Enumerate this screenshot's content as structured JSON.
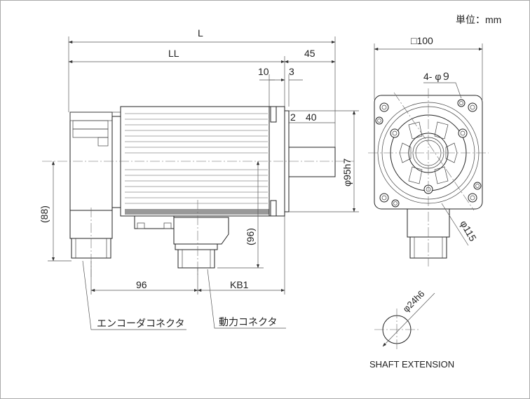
{
  "unit_label": "単位：mm",
  "dims": {
    "L": "L",
    "LL": "LL",
    "d45": "45",
    "d10": "10",
    "d3": "3",
    "d2": "2",
    "d40": "40",
    "phi95": "φ95h7",
    "d88": "(88)",
    "d96v": "(96)",
    "d96": "96",
    "KB1": "KB1",
    "sq100": "□100",
    "holes": "4- φ９",
    "phi115": "φ115",
    "phi24": "φ24h6"
  },
  "callouts": {
    "encoder": "エンコーダコネクタ",
    "power": "動力コネクタ"
  },
  "shaft_title": "SHAFT EXTENSION"
}
